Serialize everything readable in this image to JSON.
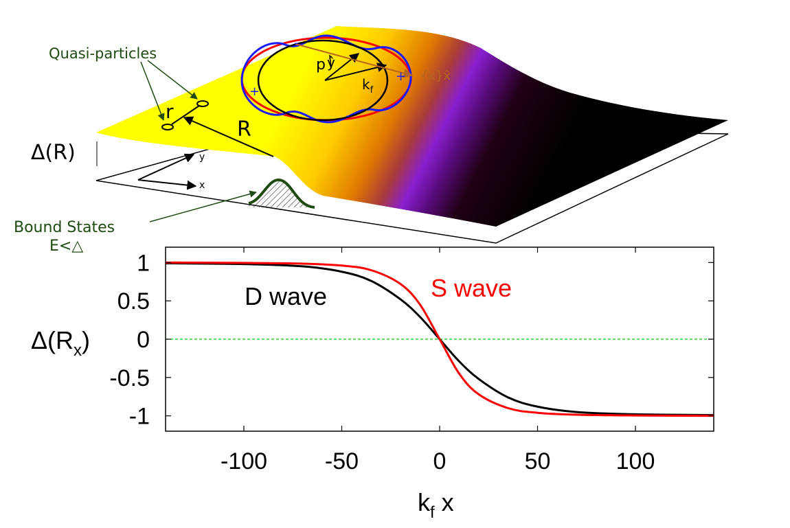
{
  "top_panel": {
    "quasi_label": "Quasi-particles",
    "r_label": "r",
    "R_label": "R",
    "delta_label": "Δ(R)",
    "axis_y_label": "y",
    "axis_x_label": "x",
    "bound_label_line1": "Bound States",
    "bound_label_line2": "E<△",
    "p_label": "p",
    "y_hat_label": "ŷ",
    "kf_label": "k",
    "kf_sub": "f",
    "khat_label": "{k}x̂",
    "plus_sign": "+",
    "minus_sign": "-",
    "colors": {
      "red_circle": "#ff0000",
      "blue_curve": "#1a1aff",
      "arrow_brown": "#b5651d",
      "green_label": "#1f4a12"
    }
  },
  "chart_data": {
    "type": "line",
    "xlabel_main": "k",
    "xlabel_sub": "f",
    "xlabel_rest": " x",
    "ylabel_main": "Δ(R",
    "ylabel_sub": "x",
    "ylabel_rest": ")",
    "xlim": [
      -140,
      140
    ],
    "ylim": [
      -1.2,
      1.2
    ],
    "xticks": [
      -100,
      -50,
      0,
      50,
      100
    ],
    "xtick_labels": [
      "-100",
      "-50",
      "0",
      "50",
      "100"
    ],
    "yticks": [
      1,
      0.5,
      0,
      -0.5,
      -1
    ],
    "ytick_labels": [
      "1",
      "0.5",
      "0",
      "-0.5",
      "-1"
    ],
    "series": [
      {
        "name": "D wave",
        "color": "#000000",
        "x": [
          -140,
          -100,
          -70,
          -50,
          -35,
          -20,
          -10,
          0,
          10,
          20,
          35,
          50,
          70,
          100,
          140
        ],
        "y": [
          0.99,
          0.98,
          0.95,
          0.88,
          0.76,
          0.52,
          0.29,
          0.0,
          -0.29,
          -0.52,
          -0.76,
          -0.88,
          -0.95,
          -0.98,
          -0.99
        ]
      },
      {
        "name": "S wave",
        "color": "#ff0000",
        "x": [
          -140,
          -100,
          -70,
          -50,
          -35,
          -20,
          -10,
          0,
          10,
          20,
          35,
          50,
          70,
          100,
          140
        ],
        "y": [
          1.0,
          0.995,
          0.985,
          0.96,
          0.9,
          0.72,
          0.45,
          0.0,
          -0.45,
          -0.72,
          -0.9,
          -0.96,
          -0.985,
          -0.995,
          -1.0
        ]
      }
    ],
    "reference_line": {
      "y": 0,
      "color": "#00cc00",
      "style": "dashed"
    }
  }
}
